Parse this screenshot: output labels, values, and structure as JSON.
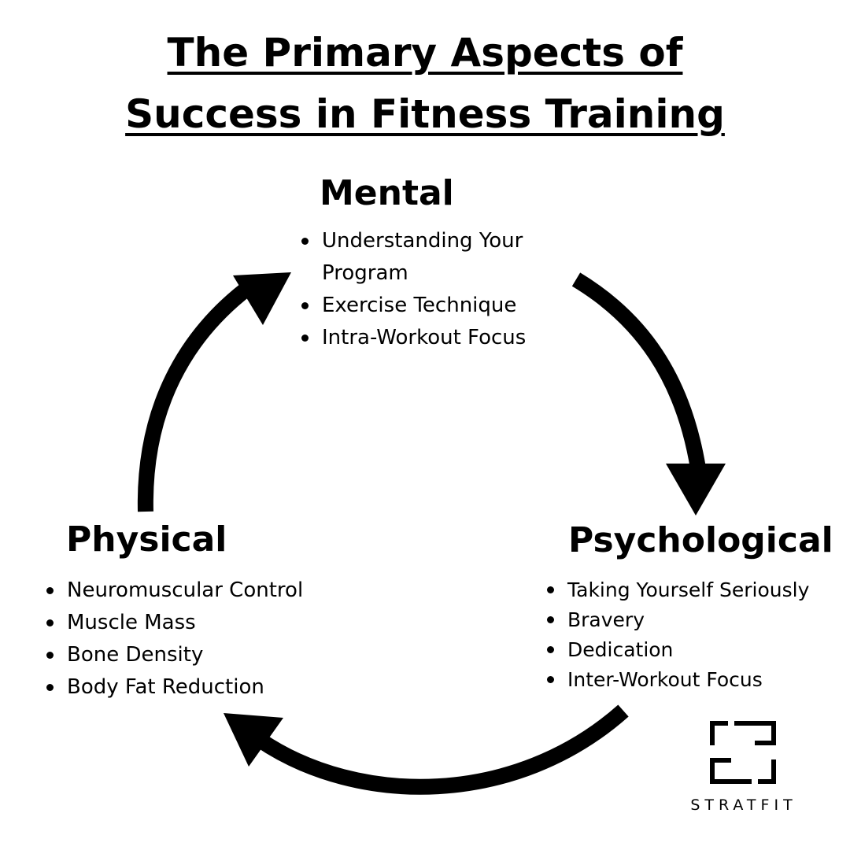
{
  "title": {
    "line1": "The Primary Aspects of",
    "line2": "Success in Fitness Training"
  },
  "mental": {
    "heading": "Mental",
    "items": [
      "Understanding  Your Program",
      "Exercise Technique",
      "Intra-Workout Focus"
    ]
  },
  "physical": {
    "heading": "Physical",
    "items": [
      "Neuromuscular Control",
      "Muscle Mass",
      "Bone Density",
      "Body Fat Reduction"
    ]
  },
  "psychological": {
    "heading": "Psychological",
    "items": [
      "Taking Yourself Seriously",
      "Bravery",
      "Dedication",
      "Inter-Workout Focus"
    ]
  },
  "logo": {
    "text": "STRATFIT"
  },
  "colors": {
    "ink": "#000000",
    "background": "#ffffff"
  }
}
